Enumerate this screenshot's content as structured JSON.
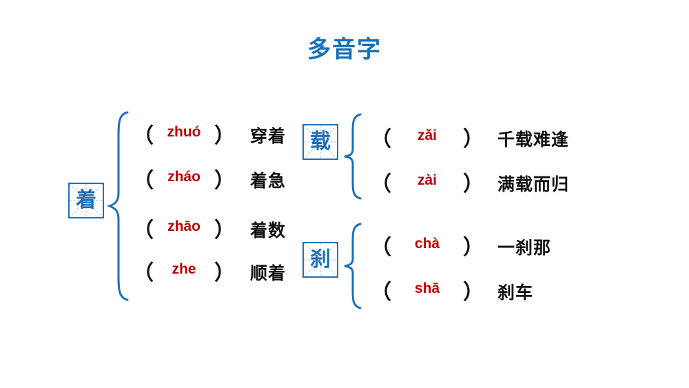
{
  "slide": {
    "title": "多音字",
    "title_color": "#1470B8",
    "background": "#ffffff",
    "pinyin_color": "#C00000",
    "box_border_color": "#1F6FB8",
    "word_color": "#111111",
    "paren_open": "（",
    "paren_close": "）"
  },
  "groups": [
    {
      "id": "group-zhuo",
      "character": "着",
      "column": "left",
      "entries": [
        {
          "pinyin": "zhuó",
          "word": "穿着"
        },
        {
          "pinyin": "zháo",
          "word": "着急"
        },
        {
          "pinyin": "zhāo",
          "word": "着数"
        },
        {
          "pinyin": "zhe",
          "word": "顺着"
        }
      ]
    },
    {
      "id": "group-zai",
      "character": "载",
      "column": "right",
      "entries": [
        {
          "pinyin": "zǎi",
          "word": "千载难逢"
        },
        {
          "pinyin": "zài",
          "word": "满载而归"
        }
      ]
    },
    {
      "id": "group-cha",
      "character": "刹",
      "column": "right",
      "entries": [
        {
          "pinyin": "chà",
          "word": "一刹那"
        },
        {
          "pinyin": "shā",
          "word": "刹车"
        }
      ]
    }
  ]
}
